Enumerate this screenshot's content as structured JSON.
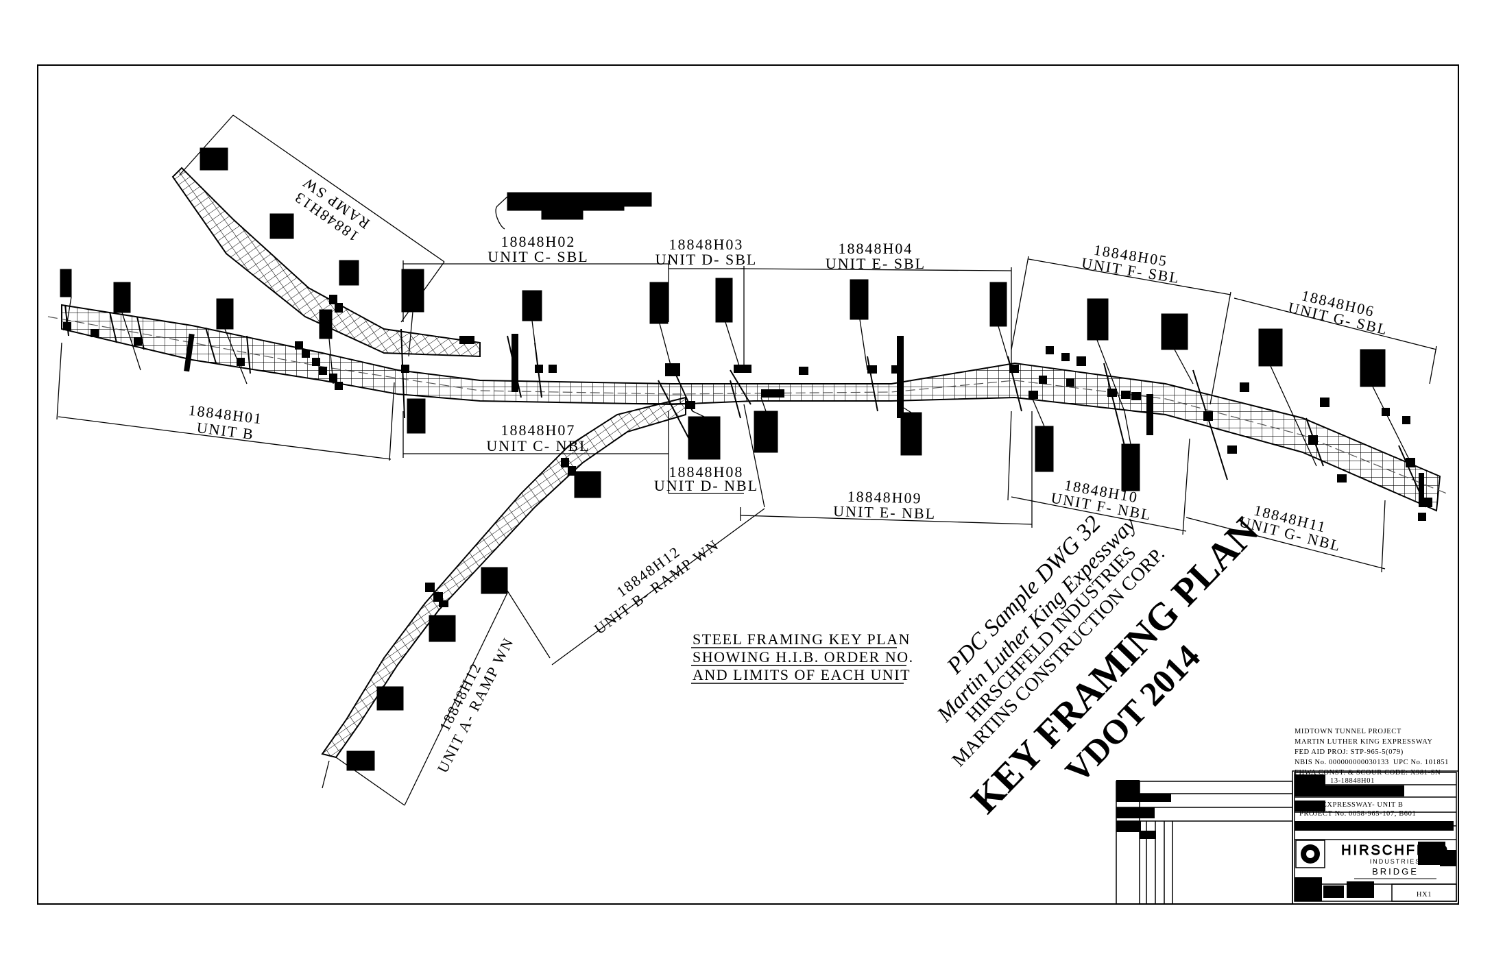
{
  "units": {
    "h01": {
      "num": "18848H01",
      "name": "UNIT B"
    },
    "h02": {
      "num": "18848H02",
      "name": "UNIT C- SBL"
    },
    "h03": {
      "num": "18848H03",
      "name": "UNIT D- SBL"
    },
    "h04": {
      "num": "18848H04",
      "name": "UNIT E- SBL"
    },
    "h05": {
      "num": "18848H05",
      "name": "UNIT F- SBL"
    },
    "h06": {
      "num": "18848H06",
      "name": "UNIT G- SBL"
    },
    "h07": {
      "num": "18848H07",
      "name": "UNIT C- NBL"
    },
    "h08": {
      "num": "18848H08",
      "name": "UNIT D- NBL"
    },
    "h09": {
      "num": "18848H09",
      "name": "UNIT E- NBL"
    },
    "h10": {
      "num": "18848H10",
      "name": "UNIT F- NBL"
    },
    "h11": {
      "num": "18848H11",
      "name": "UNIT G- NBL"
    },
    "h12b": {
      "num": "18848H12",
      "name": "UNIT B- RAMP WN"
    },
    "h12a": {
      "num": "18848H12",
      "name": "UNIT A- RAMP WN"
    },
    "h13": {
      "num": "18848H13",
      "name": "RAMP SW"
    }
  },
  "key_note": {
    "line1": "STEEL FRAMING KEY PLAN",
    "line2": "SHOWING H.I.B. ORDER NO.",
    "line3": "AND LIMITS OF EACH UNIT"
  },
  "stamp": {
    "line1": "PDC Sample DWG 32",
    "line2": "Martin Luther King Expessway",
    "line3": "HIRSCHFELD INDUSTRIES",
    "line4": "MARTINS CONSTRUCTION CORP.",
    "line5": "KEY FRAMING PLAN",
    "line6": "VDOT 2014"
  },
  "title_block": {
    "project": "MIDTOWN TUNNEL PROJECT",
    "road": "MARTIN LUTHER KING EXPRESSWAY",
    "fed_aid": "FED AID PROJ: STP-965-5(079)",
    "nbis": "NBIS No. 000000000030133",
    "upc": "UPC No. 101851",
    "fhwa": "FHWA CONST. & SCOUR CODE: X981-SN",
    "order": "13-18848H01",
    "job": "MLK EXPRESSWAY- UNIT B",
    "proj_no": "PROJECT No. 0058-965-107, B601",
    "company": "HIRSCHFELD",
    "company_sub": "INDUSTRIES",
    "division": "BRIDGE",
    "sheet": "HX1"
  }
}
